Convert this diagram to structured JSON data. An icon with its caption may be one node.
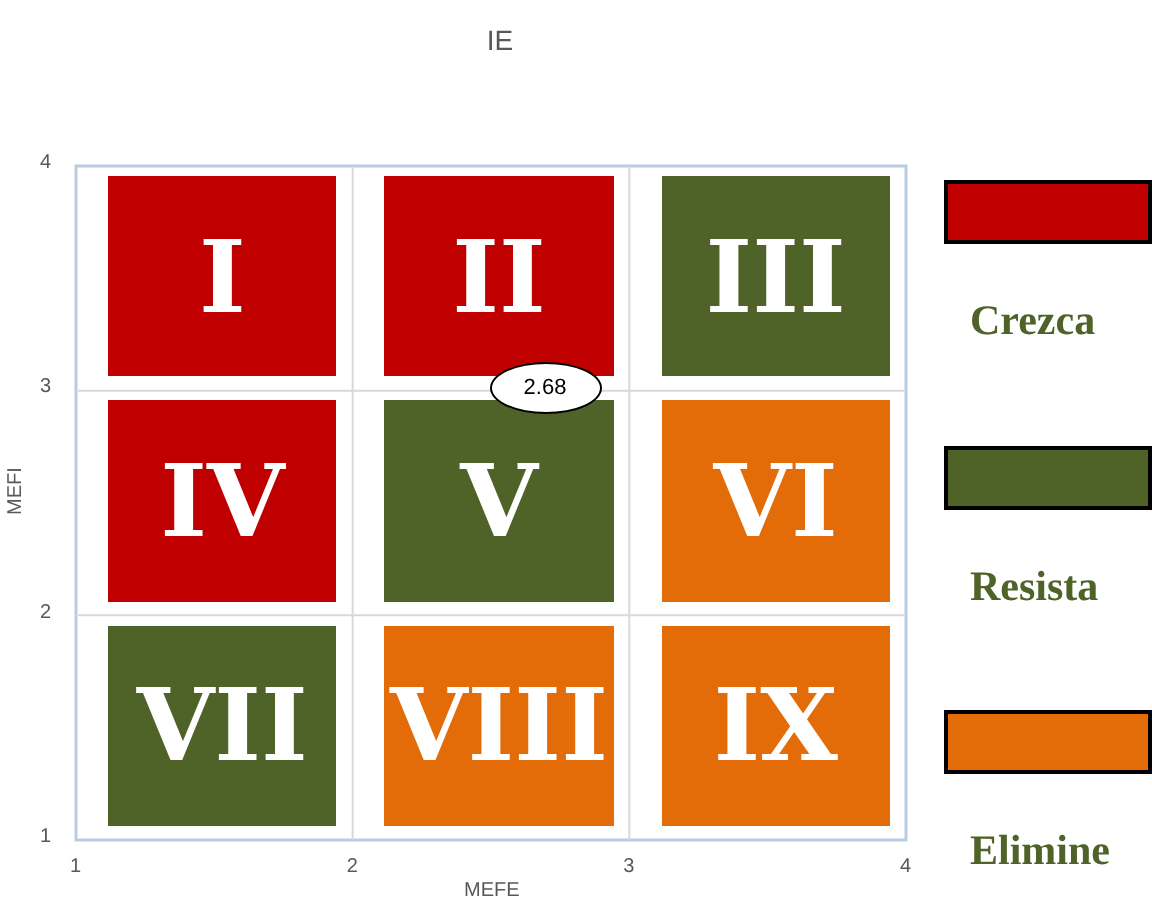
{
  "diagram": {
    "title": "IE",
    "nodes": [
      {
        "text": [
          "I"
        ]
      },
      {
        "text": [
          "II"
        ]
      },
      {
        "text": [
          "III"
        ]
      },
      {
        "text": [
          "IV"
        ]
      },
      {
        "text": [
          "V"
        ]
      },
      {
        "text": [
          "VI"
        ]
      },
      {
        "text": [
          "VII"
        ]
      },
      {
        "text": [
          "VIII"
        ]
      },
      {
        "text": [
          "IX"
        ]
      },
      {
        "text": [
          "2.68"
        ]
      }
    ],
    "edges": [],
    "labels": [
      "4",
      "3",
      "MEFI",
      "2",
      "1",
      "1",
      "2",
      "3",
      "4",
      "MEFE"
    ],
    "legend": [
      {
        "text": "Crezca",
        "color": "#c00000"
      },
      {
        "text": "Resista",
        "color": "#4f6228"
      },
      {
        "text": "Elimine",
        "color": "#e36c09"
      }
    ]
  }
}
